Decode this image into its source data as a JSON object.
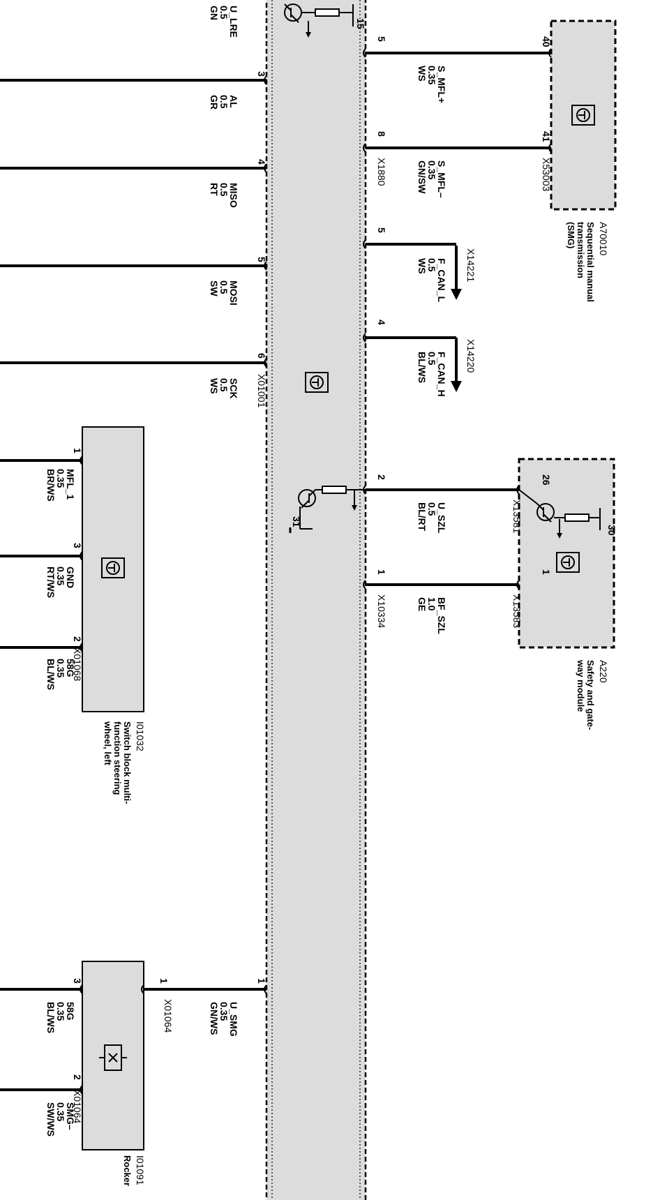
{
  "pin_labels": [
    "15",
    "5",
    "8",
    "40",
    "41",
    "3",
    "4",
    "5",
    "6",
    "5",
    "4",
    "26",
    "2",
    "1",
    "1",
    "30",
    "31",
    "1",
    "3",
    "2",
    "1",
    "1",
    "3",
    "2"
  ],
  "connector_labels": [
    "X1880",
    "X53003",
    "X01001",
    "X14221",
    "X14220",
    "X13581",
    "X10334",
    "X13583",
    "X01068",
    "X01064",
    "X01064"
  ],
  "wires": [
    {
      "signal": "U_LRE",
      "gauge": "0.5",
      "color": "GN"
    },
    {
      "signal": "AL",
      "gauge": "0.5",
      "color": "GR"
    },
    {
      "signal": "MISO",
      "gauge": "0.5",
      "color": "RT"
    },
    {
      "signal": "MOSI",
      "gauge": "0.5",
      "color": "SW"
    },
    {
      "signal": "SCK",
      "gauge": "0.5",
      "color": "WS"
    },
    {
      "signal": "S_MFL+",
      "gauge": "0.35",
      "color": "WS"
    },
    {
      "signal": "S_MFL–",
      "gauge": "0.35",
      "color": "GN/SW"
    },
    {
      "signal": "F_CAN_L",
      "gauge": "0.5",
      "color": "WS"
    },
    {
      "signal": "F_CAN_H",
      "gauge": "0.5",
      "color": "BL/WS"
    },
    {
      "signal": "U_SZL",
      "gauge": "0.5",
      "color": "BL/RT"
    },
    {
      "signal": "BF_SZL",
      "gauge": "1.0",
      "color": "GE"
    },
    {
      "signal": "MFL_1",
      "gauge": "0.35",
      "color": "BR/WS"
    },
    {
      "signal": "GND",
      "gauge": "0.35",
      "color": "RT/WS"
    },
    {
      "signal": "58G",
      "gauge": "0.35",
      "color": "BL/WS"
    },
    {
      "signal": "U_SMG",
      "gauge": "0.35",
      "color": "GN/WS"
    },
    {
      "signal": "58G",
      "gauge": "0.35",
      "color": "BL/WS"
    },
    {
      "signal": "SMG–",
      "gauge": "0.35",
      "color": "SW/WS"
    }
  ],
  "components": {
    "a70010": {
      "id": "A70010",
      "name": [
        "Sequential manual",
        "transmission",
        "(SMG)"
      ]
    },
    "a220": {
      "id": "A220",
      "name": [
        "Safety and gate-",
        "way module"
      ]
    },
    "i01032": {
      "id": "I01032",
      "name": [
        "Switch block multi-",
        "function steering",
        "wheel, left"
      ]
    },
    "i01091": {
      "id": "I01091",
      "name": [
        "Rocker"
      ]
    }
  },
  "icons": [
    "control-unit-icon",
    "switch-icon",
    "transistor-icon",
    "resistor-icon",
    "ground-icon",
    "arrow-down-icon"
  ],
  "colors": {
    "box_fill": "#dcdcdc",
    "line": "#000000",
    "background": "#ffffff"
  }
}
